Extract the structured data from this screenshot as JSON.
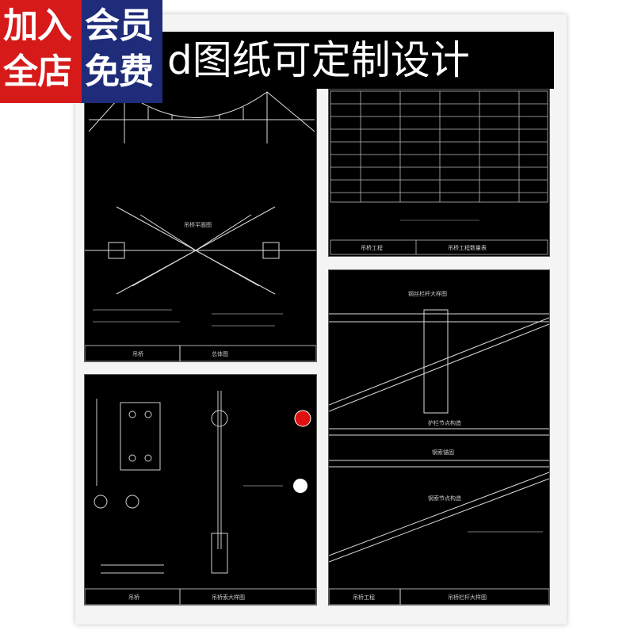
{
  "badge": {
    "line1": "加入会员",
    "line2": "全店免费",
    "left_top": "加入",
    "right_top": "会员",
    "left_bottom": "全店",
    "right_bottom": "免费"
  },
  "headline": "d图纸可定制设计",
  "drawings": {
    "top_left_title": "吊桥平面图",
    "top_left_footer": [
      "吊桥",
      "总体图"
    ],
    "top_right_footer": [
      "吊桥工程",
      "吊桥工程数量表"
    ],
    "bottom_left_footer": [
      "吊桥",
      "吊桥索大样图"
    ],
    "bottom_right_title": "钢丝栏杆大样图",
    "bottom_right_labels": [
      "护栏节点构造",
      "钢索锚固",
      "钢索节点构造"
    ],
    "bottom_right_footer": [
      "吊桥工程",
      "吊桥栏杆大样图"
    ]
  },
  "colors": {
    "badge_red": "#d61a1a",
    "badge_blue": "#1f2c7a",
    "cad_bg": "#000000",
    "cad_line": "#dddddd"
  }
}
